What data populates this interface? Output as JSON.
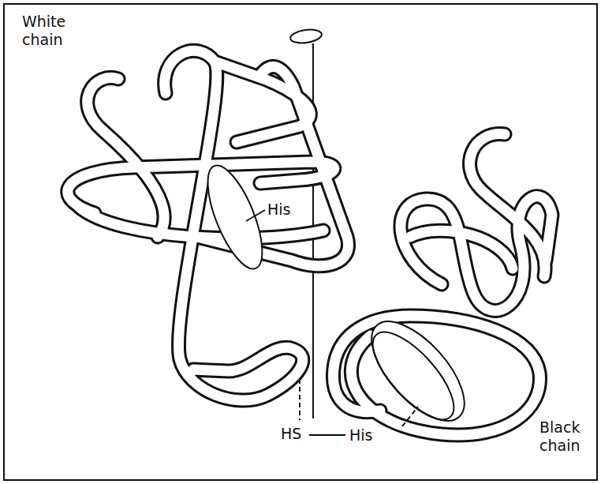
{
  "diagram": {
    "labels": [
      "White chain",
      "His",
      "HS",
      "His",
      "Black chain"
    ]
  }
}
